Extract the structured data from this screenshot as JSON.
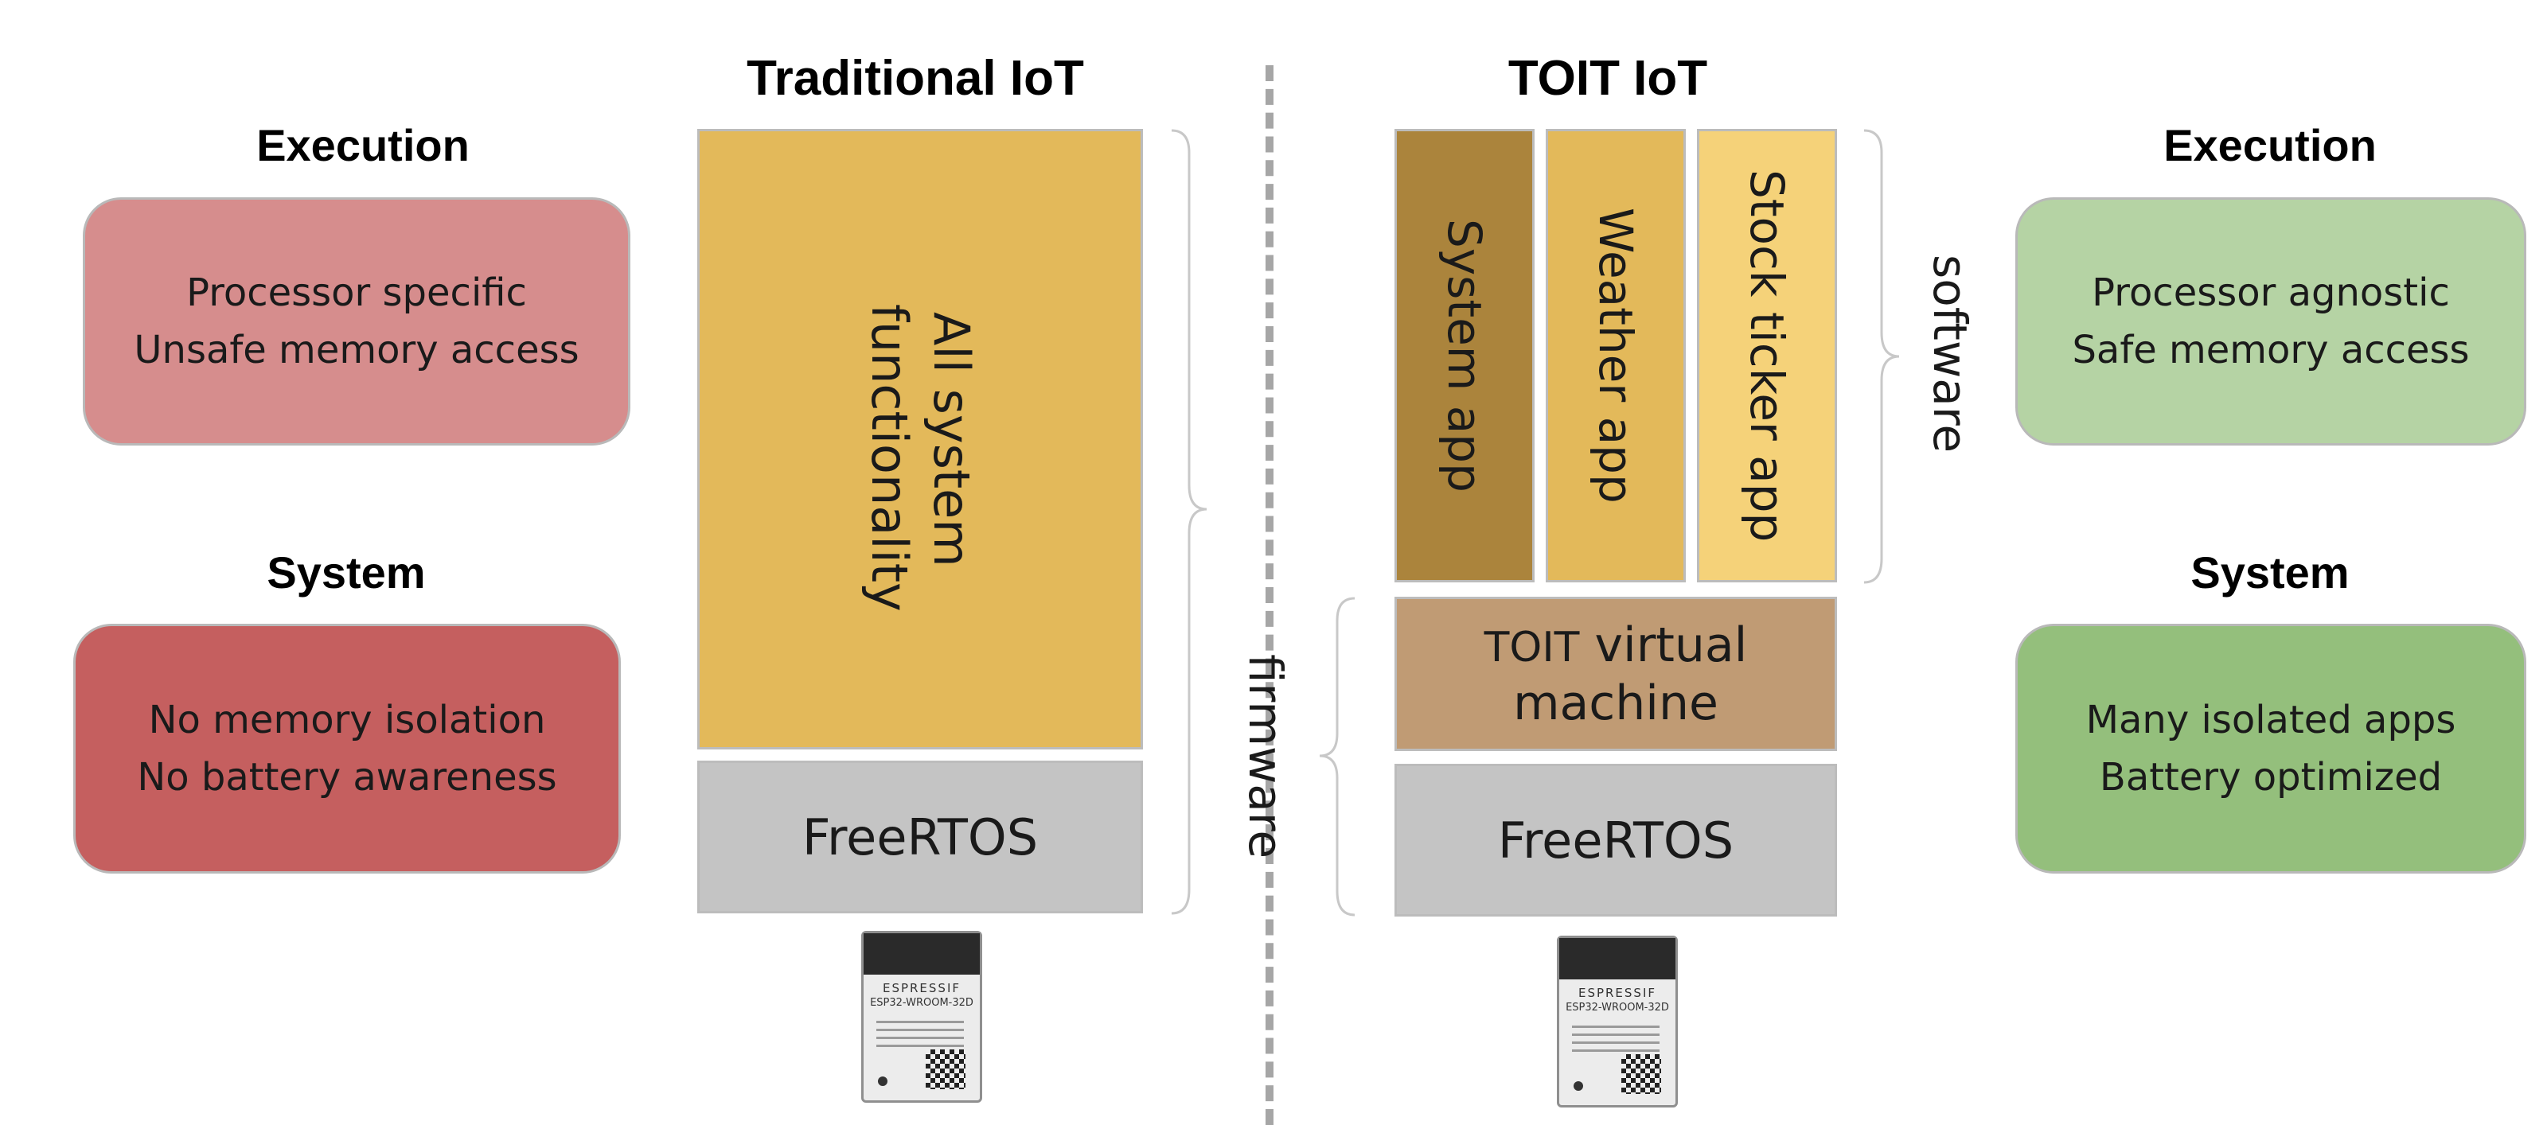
{
  "left": {
    "title": "Traditional IoT",
    "execution": {
      "heading": "Execution",
      "lines": [
        "Processor specific",
        "Unsafe memory access"
      ],
      "color": "#d68d8d"
    },
    "system": {
      "heading": "System",
      "lines": [
        "No memory isolation",
        "No battery awareness"
      ],
      "color": "#c55f5f"
    },
    "stack": {
      "app_block": "All system functionality",
      "app_color": "#e3b95a",
      "rtos": "FreeRTOS",
      "rtos_color": "#c4c4c4"
    }
  },
  "right": {
    "title": "TOIT IoT",
    "execution": {
      "heading": "Execution",
      "lines": [
        "Processor agnostic",
        "Safe memory access"
      ],
      "color": "#b5d3a4"
    },
    "system": {
      "heading": "System",
      "lines": [
        "Many isolated apps",
        "Battery optimized"
      ],
      "color": "#94bf7c"
    },
    "stack": {
      "apps": [
        {
          "label": "System app",
          "color": "#ab843c"
        },
        {
          "label": "Weather app",
          "color": "#e3b95a"
        },
        {
          "label": "Stock ticker app",
          "color": "#f5d279"
        }
      ],
      "vm_brand": "TOIT",
      "vm_text": "virtual",
      "vm_text2": "machine",
      "vm_color": "#c09b74",
      "rtos": "FreeRTOS",
      "rtos_color": "#c4c4c4"
    }
  },
  "labels": {
    "firmware": "firmware",
    "software": "software"
  },
  "chip": {
    "brand": "ESPRESSIF",
    "model": "ESP32-WROOM-32D"
  }
}
